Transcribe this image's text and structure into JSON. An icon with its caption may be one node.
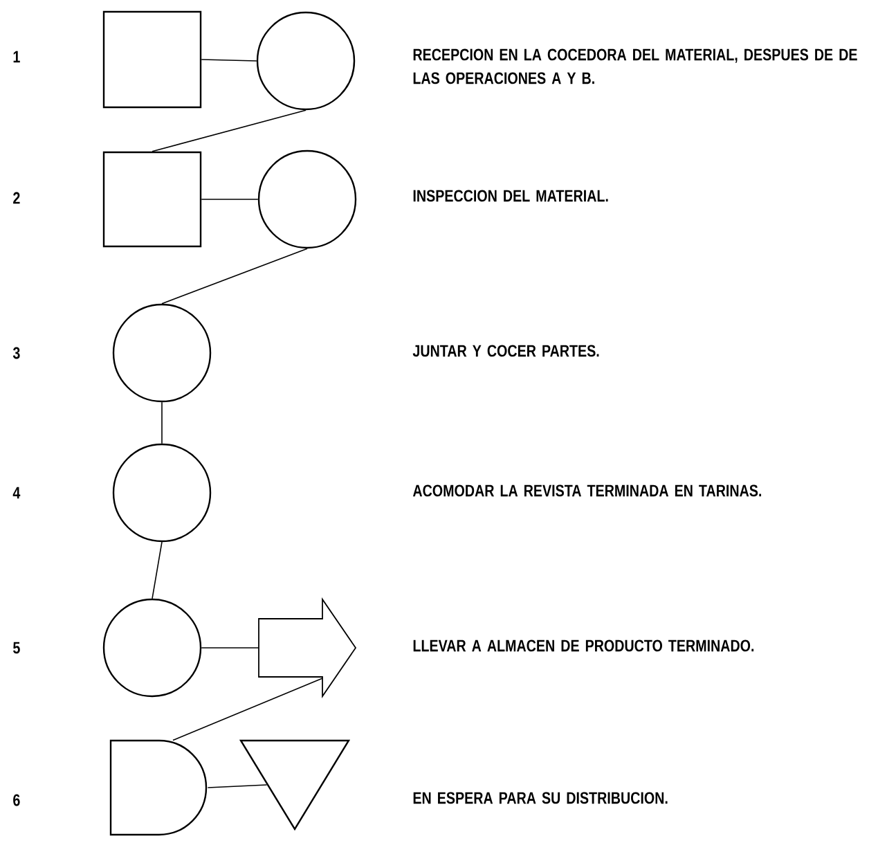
{
  "diagram": {
    "nodes": [
      {
        "text": [],
        "shape": "box"
      },
      {
        "text": [],
        "shape": "circle"
      },
      {
        "text": [],
        "shape": "box"
      },
      {
        "text": [],
        "shape": "circle"
      },
      {
        "text": [],
        "shape": "circle"
      },
      {
        "text": [],
        "shape": "circle"
      },
      {
        "text": [],
        "shape": "circle"
      },
      {
        "text": [],
        "shape": "arrow"
      },
      {
        "text": [],
        "shape": "delay"
      },
      {
        "text": [],
        "shape": "triangle"
      }
    ],
    "edges": [
      {
        "from": 0,
        "to": 1,
        "arrow": "none"
      },
      {
        "from": 1,
        "to": 2,
        "arrow": "none"
      },
      {
        "from": 2,
        "to": 3,
        "arrow": "none"
      },
      {
        "from": 3,
        "to": 4,
        "arrow": "none"
      },
      {
        "from": 4,
        "to": 5,
        "arrow": "none"
      },
      {
        "from": 5,
        "to": 6,
        "arrow": "none"
      },
      {
        "from": 6,
        "to": 7,
        "arrow": "none"
      },
      {
        "from": 7,
        "to": 8,
        "arrow": "none"
      },
      {
        "from": 8,
        "to": 9,
        "arrow": "none"
      }
    ],
    "labels": [
      "1",
      "RECEPCION EN LA COCEDORA DEL MATERIAL, DESPUES DE DE LAS OPERACIONES A Y B.",
      "2",
      "INSPECCION DEL MATERIAL.",
      "3",
      "JUNTAR Y COCER PARTES.",
      "4",
      "ACOMODAR LA REVISTA TERMINADA EN TARINAS.",
      "5",
      "LLEVAR A ALMACEN DE PRODUCTO TERMINADO.",
      "6",
      "EN ESPERA PARA SU DISTRIBUCION."
    ]
  }
}
